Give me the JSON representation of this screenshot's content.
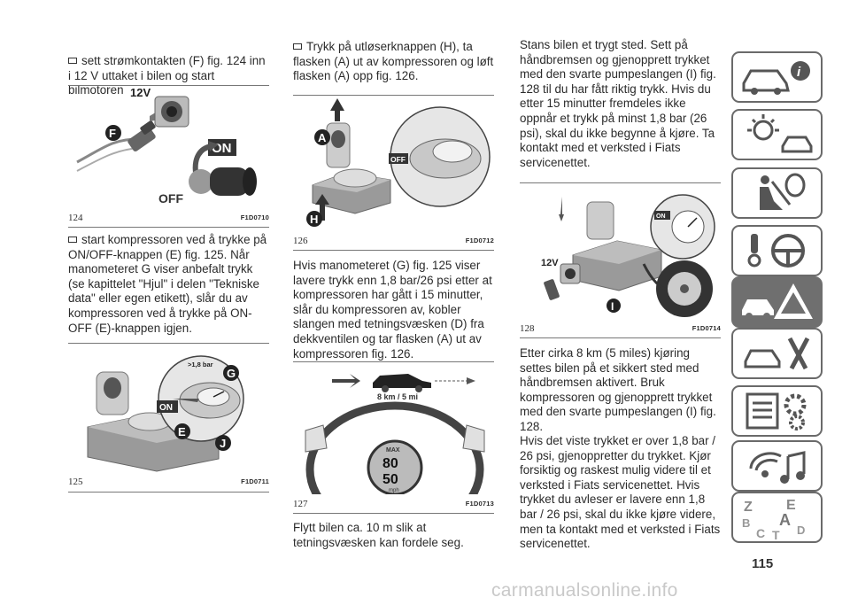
{
  "col1": {
    "para1": "sett strømkontakten (F) fig. 124 inn i 12 V uttaket i bilen og start bilmotoren",
    "fig124": {
      "number": "124",
      "code": "F1D0710",
      "labels": {
        "voltage": "12V",
        "marker": "F",
        "on": "ON",
        "off": "OFF"
      }
    },
    "para2": "start kompressoren ved å trykke på ON/OFF-knappen (E) fig. 125. Når manometeret G viser anbefalt trykk (se kapittelet \"Hjul\" i delen \"Tekniske data\" eller egen etikett), slår du av kompressoren ved å trykke på ON-OFF (E)-knappen igjen.",
    "fig125": {
      "number": "125",
      "code": "F1D0711",
      "labels": {
        "pressure": ">1,8 bar",
        "g": "G",
        "on": "ON",
        "e": "E",
        "j": "J"
      }
    }
  },
  "col2": {
    "para1": "Trykk på utløserknappen (H), ta flasken (A) ut av kompressoren og løft flasken (A) opp fig. 126.",
    "fig126": {
      "number": "126",
      "code": "F1D0712",
      "labels": {
        "a": "A",
        "off": "OFF",
        "h": "H"
      }
    },
    "para2": "Hvis manometeret (G) fig. 125 viser lavere trykk enn 1,8 bar/26 psi etter at kompressoren har gått i 15 minutter, slår du kompressoren av, kobler slangen med tetningsvæsken (D) fra dekkventilen og tar flasken (A) ut av kompressoren fig. 126.",
    "fig127": {
      "number": "127",
      "code": "F1D0713",
      "labels": {
        "distance": "8 km / 5 mi",
        "max": "MAX",
        "speed1": "80",
        "speed2": "50",
        "unit": "mph"
      }
    },
    "para3": "Flytt bilen ca. 10 m slik at tetningsvæsken kan fordele seg."
  },
  "col3": {
    "para1": "Stans bilen et trygt sted. Sett på håndbremsen og gjenopprett trykket med den svarte pumpeslangen (I) fig. 128 til du har fått riktig trykk. Hvis du etter 15 minutter fremdeles ikke oppnår et trykk på minst 1,8 bar (26 psi), skal du ikke begynne å kjøre. Ta kontakt med et verksted i Fiats servicenettet.",
    "fig128": {
      "number": "128",
      "code": "F1D0714",
      "labels": {
        "on": "ON",
        "voltage": "12V",
        "i": "I"
      }
    },
    "para2": "Etter cirka 8 km (5 miles) kjøring settes bilen på et sikkert sted med håndbremsen aktivert. Bruk kompressoren og gjenopprett trykket med den svarte pumpeslangen (I) fig. 128.",
    "para3": "Hvis det viste trykket er over 1,8 bar / 26 psi, gjenoppretter du trykket. Kjør forsiktig og raskest mulig videre til et verksted i Fiats servicenettet. Hvis trykket du avleser er lavere enn 1,8 bar / 26 psi, skal du ikke kjøre videre, men ta kontakt med et verksted i Fiats servicenettet."
  },
  "sidebar": {
    "tabs": [
      {
        "name": "car-info-icon",
        "active": false
      },
      {
        "name": "dashboard-lights-icon",
        "active": false
      },
      {
        "name": "safety-airbag-icon",
        "active": false
      },
      {
        "name": "starting-driving-icon",
        "active": false
      },
      {
        "name": "emergency-icon",
        "active": true
      },
      {
        "name": "maintenance-icon",
        "active": false
      },
      {
        "name": "technical-data-icon",
        "active": false
      },
      {
        "name": "multimedia-icon",
        "active": false
      },
      {
        "name": "index-icon",
        "active": false
      }
    ],
    "index_letters": [
      "Z",
      "E",
      "B",
      "A",
      "C",
      "T",
      "D"
    ]
  },
  "page_number": "115",
  "watermark": "carmanualsonline.info"
}
